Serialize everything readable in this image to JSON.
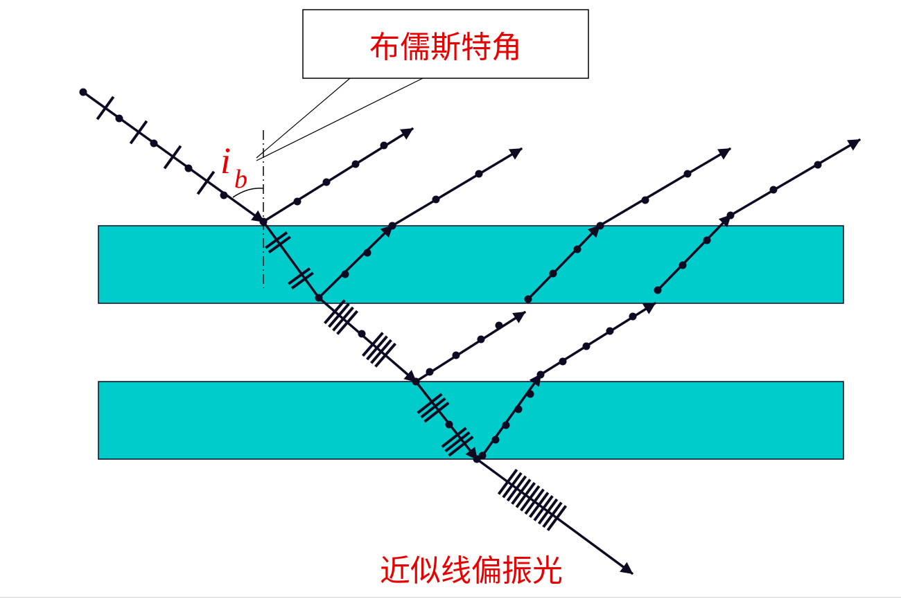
{
  "callout": {
    "label": "布儒斯特角"
  },
  "angle_symbol": {
    "main": "i",
    "subscript": "b"
  },
  "output_label": "近似线偏振光",
  "colors": {
    "plate": "#00cccc",
    "ray": "#0d0a22",
    "label": "#e60000"
  }
}
